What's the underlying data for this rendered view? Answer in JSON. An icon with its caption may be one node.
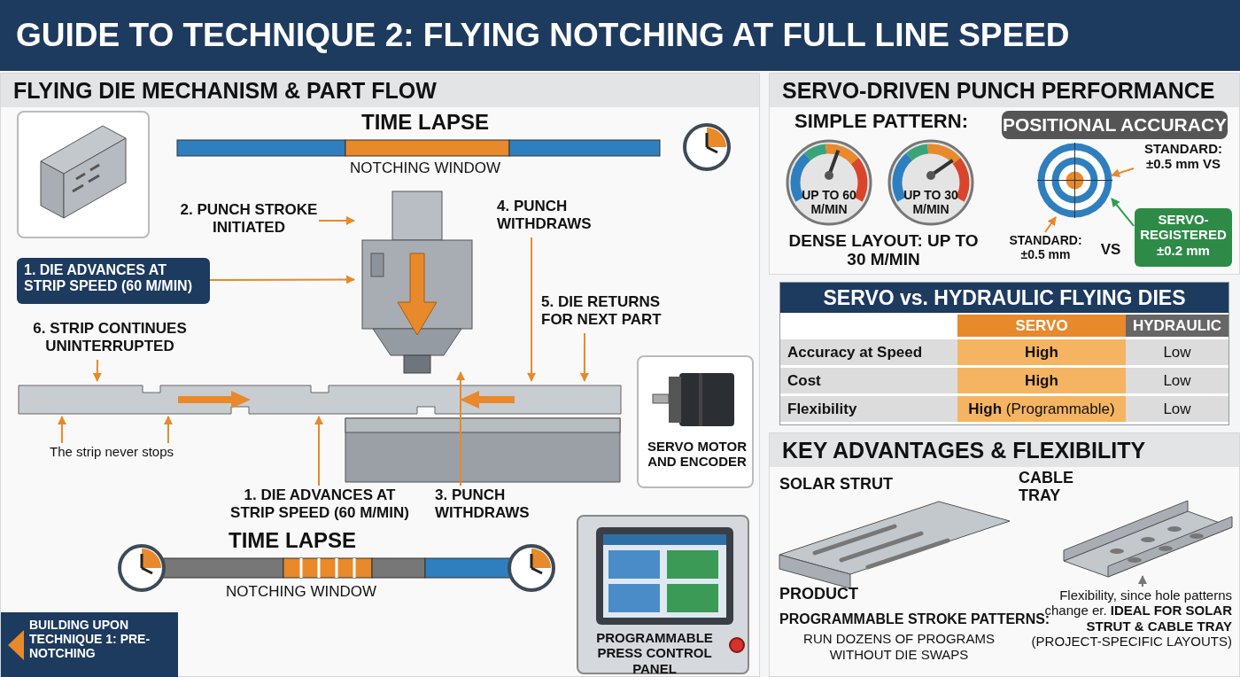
{
  "diagram": {
    "title": "GUIDE TO TECHNIQUE 2: FLYING NOTCHING AT FULL LINE SPEED",
    "nodes": [
      {
        "text": [
          "FLYING DIE MECHANISM & PART FLOW"
        ]
      },
      {
        "text": [
          "1. DIE ADVANCES AT STRIP SPEED (60 M/MIN)"
        ],
        "in": 0
      },
      {
        "text": [
          "2. PUNCH STROKE INITIATED"
        ],
        "in": 0
      },
      {
        "text": [
          "4. PUNCH WITHDRAWS"
        ],
        "in": 0
      },
      {
        "text": [
          "5. DIE RETURNS FOR NEXT PART"
        ],
        "in": 0
      },
      {
        "text": [],
        "shape": "picture",
        "in": 0
      },
      {
        "text": [],
        "shape": "picture",
        "in": 0
      },
      {
        "text": [
          "6. STRIP CONTINUES UNINTERRUPTED"
        ],
        "in": 0
      },
      {
        "text": [
          "1. DIE ADVANCES AT STRIP SPEED (60 M/MIN)"
        ],
        "in": 0
      },
      {
        "text": [
          "3. PUNCH WITHDRAWS"
        ],
        "in": 0
      },
      {
        "text": [
          "SERVO MOTOR AND ENCODER"
        ],
        "in": 0
      },
      {
        "text": [
          "The strip never stops"
        ],
        "in": 0
      },
      {
        "text": [
          "PROGRAMMABLE PRESS CONTROL PANEL"
        ],
        "in": 0
      },
      {
        "text": [
          "BUILDING UPON TECHNIQUE 1: PRE-NOTCHING"
        ],
        "in": 0
      },
      {
        "text": [
          "SERVO-DRIVEN PUNCH PERFORMANCE"
        ]
      },
      {
        "text": [
          "UP TO 60 M/MIN"
        ],
        "in": 14
      },
      {
        "text": [
          "UP TO 30 M/MIN"
        ],
        "in": 14
      },
      {
        "text": [
          "POSITIONAL ACCURACY"
        ],
        "in": 14
      },
      {
        "text": [
          "STANDARD: ±0.5 mm VS"
        ],
        "in": 14
      },
      {
        "text": [],
        "shape": "picture",
        "in": 14
      },
      {
        "text": [
          "STANDARD: ±0.5 mm"
        ],
        "in": 14
      },
      {
        "text": [
          "SERVO-REGISTERED ±0.2 mm"
        ],
        "in": 14
      },
      {
        "text": [
          "SERVO vs. HYDRAULIC FLYING DIES"
        ]
      },
      {
        "text": [
          "KEY ADVANTAGES & FLEXIBILITY"
        ]
      },
      {
        "text": [],
        "shape": "picture",
        "in": 23
      },
      {
        "text": [
          "Flexibility, since hole patterns change er. **IDEAL FOR SOLAR STRUT & CABLE TRAY** (PROJECT-SPECIFIC LAYOUTS)"
        ],
        "in": 23
      },
      {
        "text": [],
        "shape": "picture",
        "in": 0
      }
    ],
    "edges": [
      {
        "from": 1,
        "to": 5,
        "arrow": "to"
      },
      {
        "from": 2,
        "to": 5,
        "arrow": "to"
      },
      {
        "from": 3,
        "to": 6,
        "arrow": "to"
      },
      {
        "from": 4,
        "to": 6,
        "arrow": "to"
      },
      {
        "from": 7,
        "to": 6,
        "arrow": "to"
      },
      {
        "from": 8,
        "to": 6,
        "arrow": "to"
      },
      {
        "from": 9,
        "to": 5,
        "arrow": "to"
      },
      {
        "from": 11,
        "to": 6,
        "arrow": "to"
      },
      {
        "from": 11,
        "to": 6,
        "arrow": "to"
      },
      {
        "from": 18,
        "to": 19,
        "arrow": "to"
      },
      {
        "from": 20,
        "to": 19,
        "arrow": "to"
      },
      {
        "from": 21,
        "to": 19,
        "arrow": "to",
        "color": "#2e9e4f"
      },
      {
        "from": 25,
        "to": 24,
        "arrow": "to",
        "color": "#777777"
      }
    ],
    "labels": [
      "TIME LAPSE",
      "NOTCHING WINDOW",
      "TIME LAPSE",
      "NOTCHING WINDOW",
      "SIMPLE PATTERN:",
      "DENSE LAYOUT: UP TO 30 M/MIN",
      "VS",
      "SERVO",
      "HYDRAULIC",
      "Accuracy at Speed",
      "High",
      "Low",
      "Cost",
      "High",
      "Low",
      "Flexibility",
      "**High** (Programmable)",
      "Low",
      "SOLAR STRUT",
      "CABLE TRAY",
      "PRODUCT",
      "PROGRAMMABLE STROKE PATTERNS:",
      "RUN DOZENS OF PROGRAMS WITHOUT DIE SWAPS"
    ]
  }
}
